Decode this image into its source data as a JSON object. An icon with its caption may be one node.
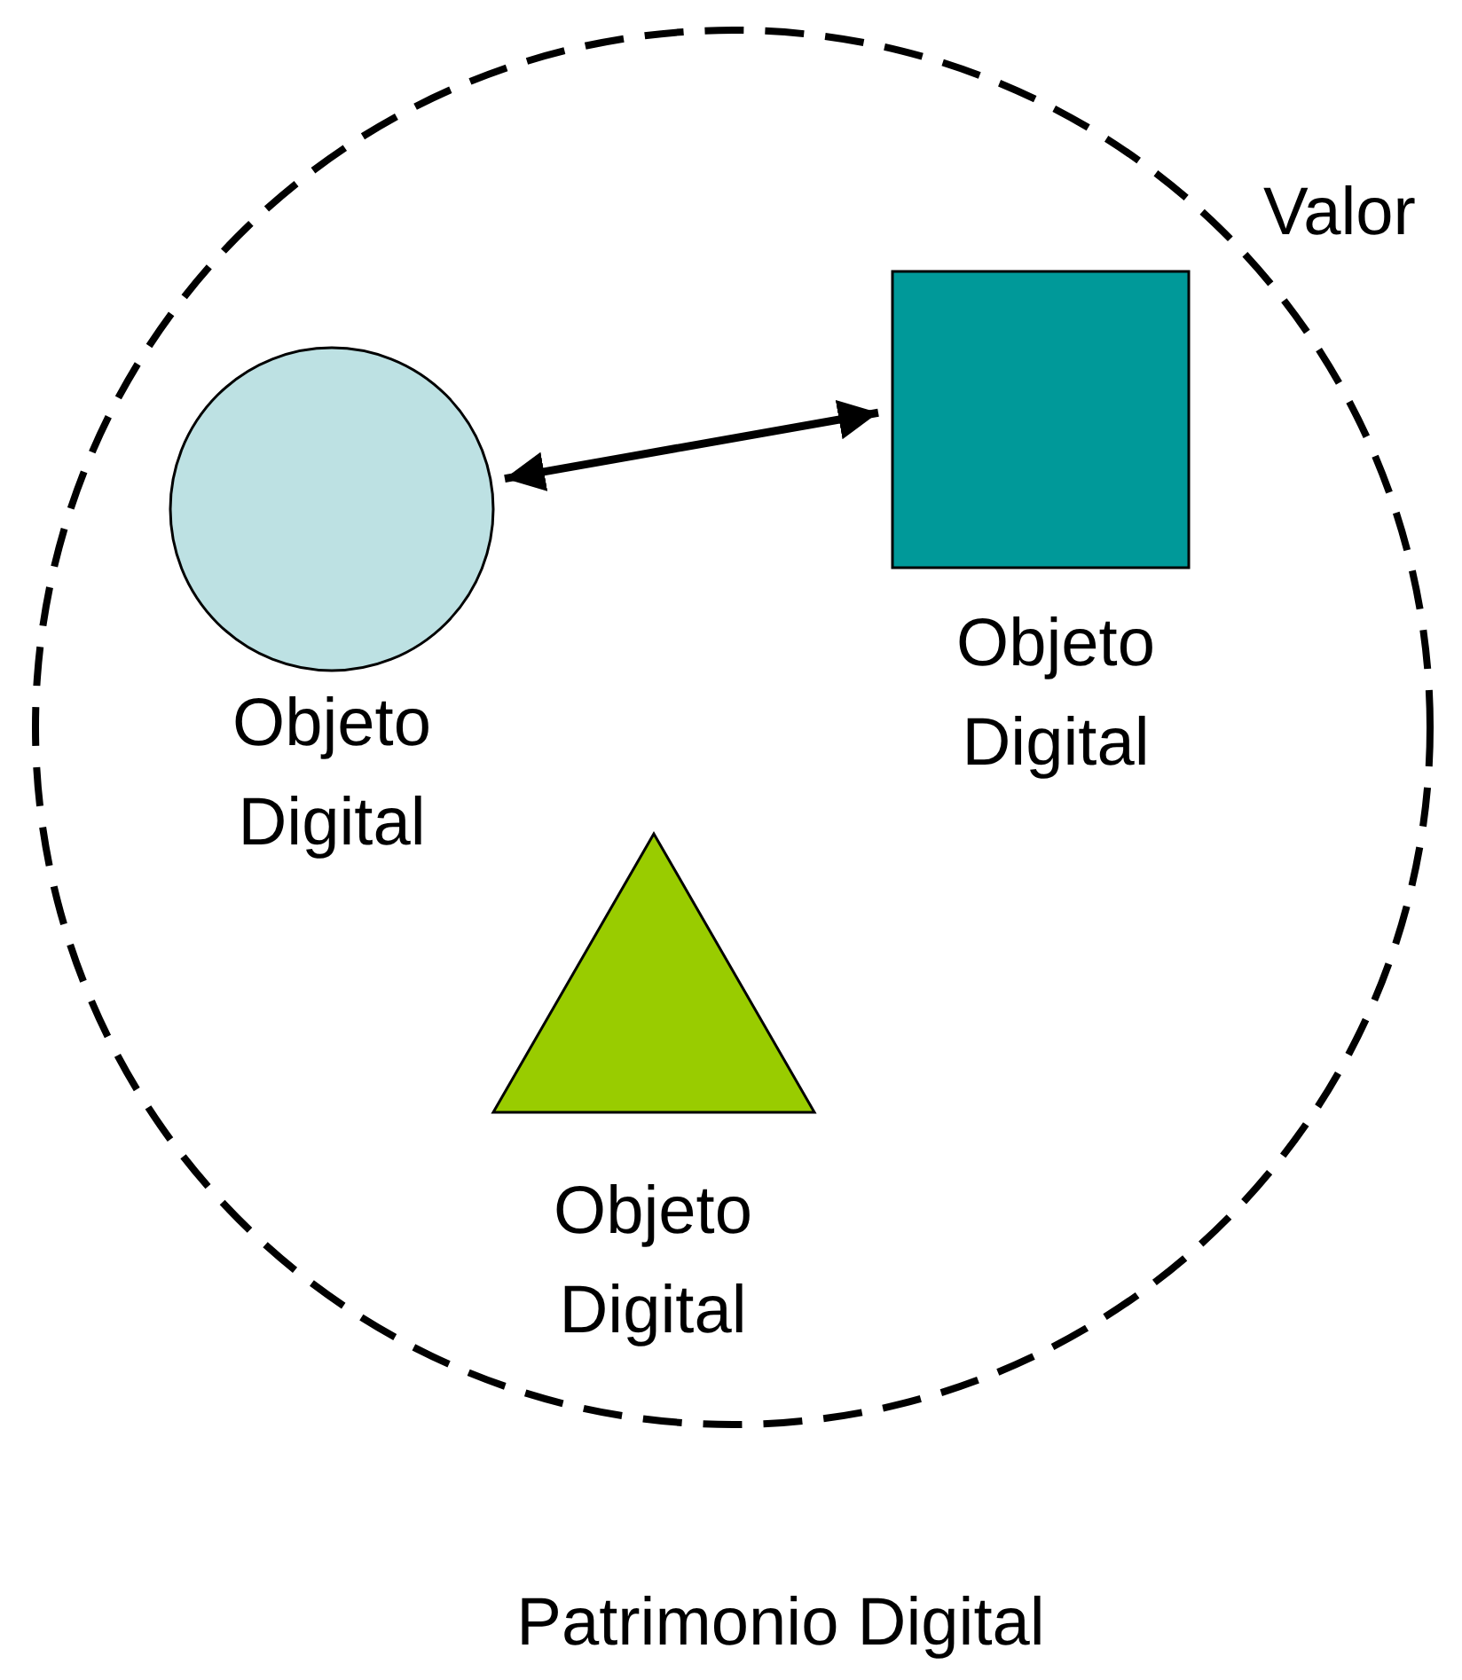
{
  "diagram": {
    "caption": "Patrimonio Digital",
    "nodes": [
      {
        "text": [
          "Valor"
        ]
      },
      {
        "text": [
          "Objeto Digital"
        ],
        "in": 0
      },
      {
        "text": [
          "Objeto Digital"
        ],
        "in": 0
      },
      {
        "text": [
          "Objeto Digital"
        ],
        "in": 0
      }
    ],
    "edges": [
      {
        "from": 1,
        "to": 2,
        "arrow": "both"
      }
    ]
  }
}
